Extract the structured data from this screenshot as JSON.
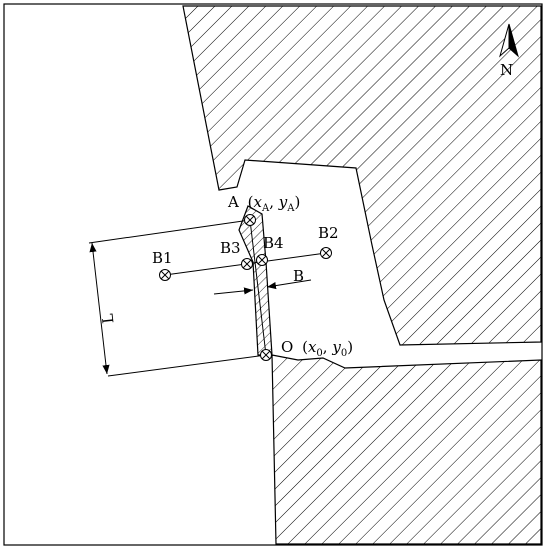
{
  "figure": {
    "north_label": "N",
    "points": {
      "A": {
        "name": "A",
        "coord_open": "(",
        "x_letter": "x",
        "x_sub": "A",
        "sep": ", ",
        "y_letter": "y",
        "y_sub": "A",
        "coord_close": ")"
      },
      "O": {
        "name": "O",
        "coord_open": "(",
        "x_letter": "x",
        "x_sub": "0",
        "sep": ", ",
        "y_letter": "y",
        "y_sub": "0",
        "coord_close": ")"
      },
      "B1": {
        "name": "B1"
      },
      "B2": {
        "name": "B2"
      },
      "B3": {
        "name": "B3"
      },
      "B4": {
        "name": "B4"
      }
    },
    "dimensions": {
      "width_label": "B",
      "length_label": "L"
    }
  }
}
